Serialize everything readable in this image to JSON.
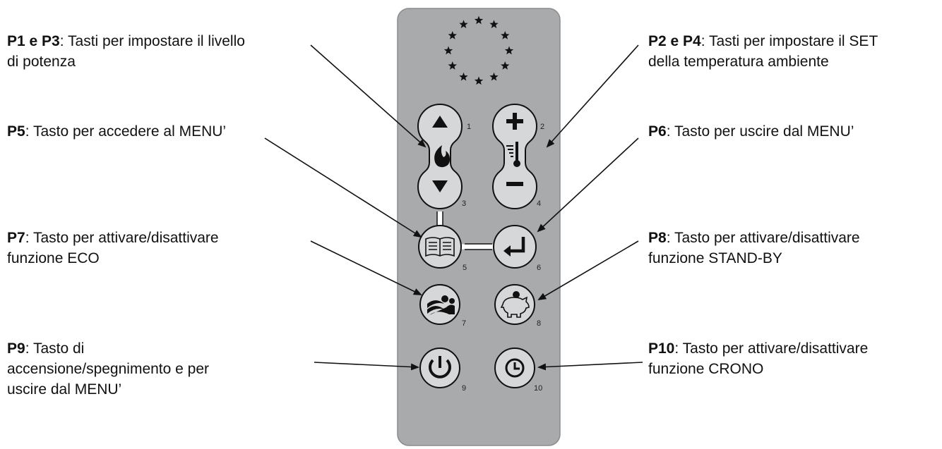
{
  "labels": {
    "p1p3": {
      "key": "P1 e P3",
      "text": ": Tasti per impostare il livello",
      "text2": "di potenza"
    },
    "p2p4": {
      "key": "P2 e P4",
      "text": ": Tasti per impostare il SET",
      "text2": "della temperatura ambiente"
    },
    "p5": {
      "key": "P5",
      "text": ": Tasto per accedere al MENU’"
    },
    "p6": {
      "key": "P6",
      "text": ": Tasto per uscire dal MENU’"
    },
    "p7": {
      "key": "P7",
      "text": ": Tasto per attivare/disattivare",
      "text2": "funzione ECO"
    },
    "p8": {
      "key": "P8",
      "text": ": Tasto per attivare/disattivare",
      "text2": "funzione STAND-BY"
    },
    "p9": {
      "key": "P9",
      "text": ": Tasto di",
      "text2": "accensione/spegnimento e per",
      "text3": "uscire dal MENU’"
    },
    "p10": {
      "key": "P10",
      "text": ": Tasto per attivare/disattivare",
      "text2": "funzione CRONO"
    }
  },
  "buttons": {
    "b1": "1",
    "b2": "2",
    "b3": "3",
    "b4": "4",
    "b5": "5",
    "b6": "6",
    "b7": "7",
    "b8": "8",
    "b9": "9",
    "b10": "10"
  },
  "icons": {
    "b1": "arrow-up-icon",
    "b2": "plus-icon",
    "b3": "arrow-down-icon",
    "b4": "minus-icon",
    "b5": "book-menu-icon",
    "b6": "enter-return-icon",
    "b7": "eco-icon",
    "b8": "piggy-bank-icon",
    "b9": "power-icon",
    "b10": "clock-icon"
  },
  "colors": {
    "panel": "#a9aaac",
    "panel_border": "#8a8b8d",
    "ink": "#111111"
  }
}
